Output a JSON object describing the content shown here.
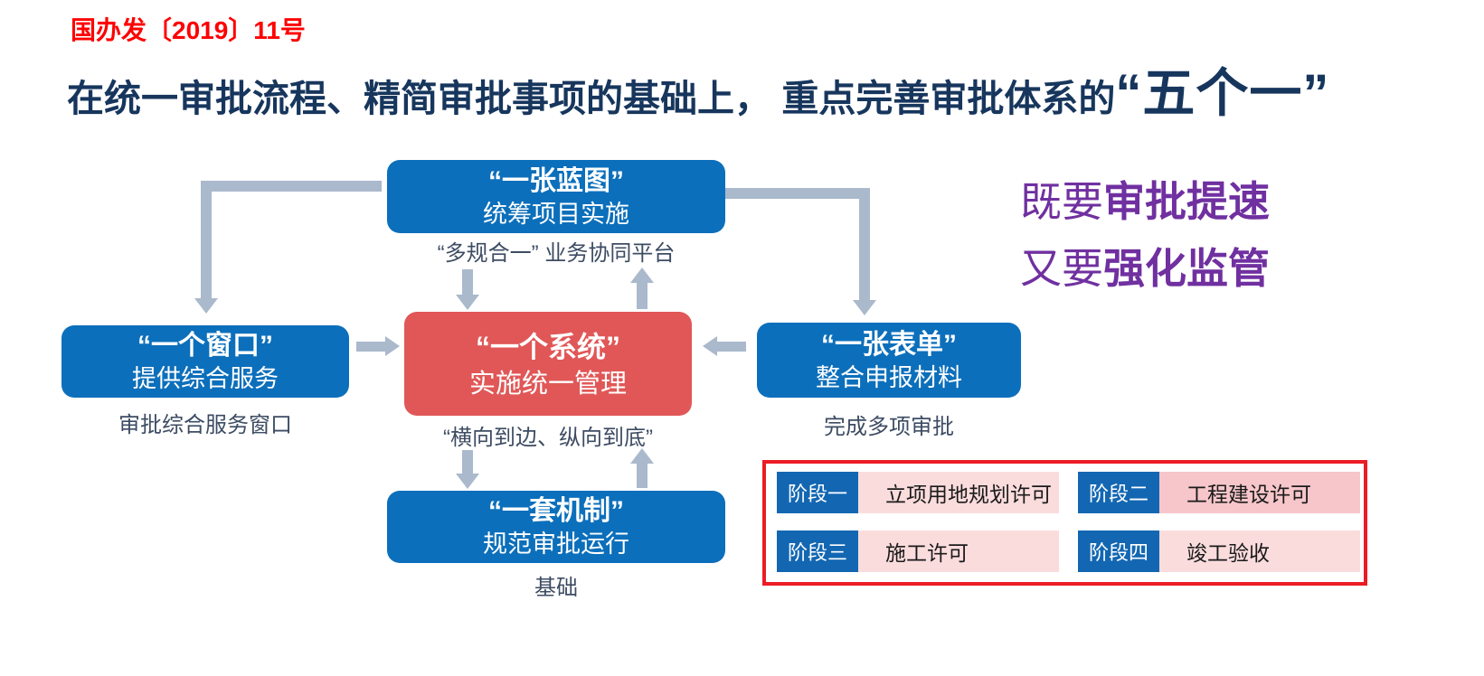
{
  "header": {
    "doc_number": "国办发〔2019〕11号",
    "title_main": "在统一审批流程、精简审批事项的基础上， 重点完善审批体系的",
    "title_highlight": "“五个一”"
  },
  "flowchart": {
    "nodes": {
      "blueprint": {
        "title": "“一张蓝图”",
        "subtitle": "统筹项目实施",
        "caption": "“多规合一” 业务协同平台"
      },
      "window": {
        "title": "“一个窗口”",
        "subtitle": "提供综合服务",
        "caption": "审批综合服务窗口"
      },
      "system": {
        "title": "“一个系统”",
        "subtitle": "实施统一管理",
        "caption": "“横向到边、纵向到底”"
      },
      "form": {
        "title": "“一张表单”",
        "subtitle": "整合申报材料",
        "caption": "完成多项审批"
      },
      "mechanism": {
        "title": "“一套机制”",
        "subtitle": "规范审批运行",
        "caption": "基础"
      }
    }
  },
  "side_note": {
    "line1_prefix": "既要",
    "line1_bold": "审批提速",
    "line2_prefix": "又要",
    "line2_bold": "强化监管"
  },
  "stages": [
    {
      "label": "阶段一",
      "value": "立项用地规划许可"
    },
    {
      "label": "阶段二",
      "value": "工程建设许可"
    },
    {
      "label": "阶段三",
      "value": "施工许可"
    },
    {
      "label": "阶段四",
      "value": "竣工验收"
    }
  ],
  "colors": {
    "box_blue": "#0c6fbb",
    "box_red": "#e15757",
    "stage_label_blue": "#1367b2",
    "stage_pink": "#fbdcdd",
    "stage_pink_dark": "#f6c6ca",
    "panel_border_red": "#ec1c24",
    "doc_number_red": "#ff0000",
    "title_navy": "#17365d",
    "note_purple": "#7030a0",
    "arrow_gray": "#aab9cc",
    "caption_slate": "#3d4c63"
  }
}
